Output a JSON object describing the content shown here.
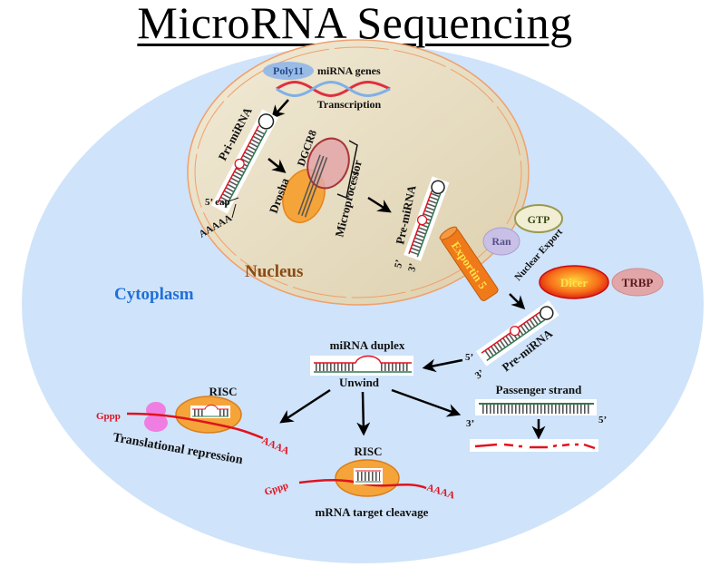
{
  "title": "MicroRNA Sequencing",
  "regions": {
    "nucleus": "Nucleus",
    "cytoplasm": "Cytoplasm"
  },
  "nucleus_steps": {
    "gene_tag": "Poly11",
    "genes_label": "miRNA genes",
    "transcription": "Transcription",
    "pri_mirna": "Pri-miRNA",
    "five_cap": "5’ cap",
    "poly_a": "AAAAA",
    "drosha": "Drosha",
    "dgcr8": "DGCR8",
    "microprocessor": "Microprocessor",
    "pre_mirna": "Pre-miRNA",
    "five_prime": "5’",
    "three_prime": "3’"
  },
  "export": {
    "exportin": "Exportin 5",
    "ran": "Ran",
    "gtp": "GTP",
    "nuclear_export": "Nuclear Export"
  },
  "cytoplasm_steps": {
    "dicer": "Dicer",
    "trbp": "TRBP",
    "pre_mirna": "Pre-miRNA",
    "five_prime": "5’",
    "three_prime": "3’",
    "duplex": "miRNA duplex",
    "unwind": "Unwind",
    "passenger": "Passenger strand",
    "passenger_3": "3’",
    "passenger_5": "5’"
  },
  "outcomes": {
    "risc_left": "RISC",
    "risc_center": "RISC",
    "gppp": "Gppp",
    "aaaa": "AAAA",
    "translational_repression": "Translational repression",
    "mrna_cleavage": "mRNA target cleavage"
  },
  "colors": {
    "cytoplasm": "#cfe3fa",
    "nucleus_fill": "#e6dcc2",
    "nucleus_border": "#f0a06a",
    "cytoplasm_label": "#1f6fd8",
    "nucleus_label": "#8a4a12",
    "rna_red": "#e0121f",
    "stem_green": "#2e7a50",
    "risc_orange": "#f5a43a",
    "exportin_orange": "#f07a1a",
    "dicer_red": "#e02010",
    "dicer_text": "#ffe34a",
    "trbp_pink": "#e2a6a8",
    "ran_purple": "#c8c0e6",
    "gtp_cream": "#f2eed4",
    "poly_blue": "#8fb6e8"
  }
}
